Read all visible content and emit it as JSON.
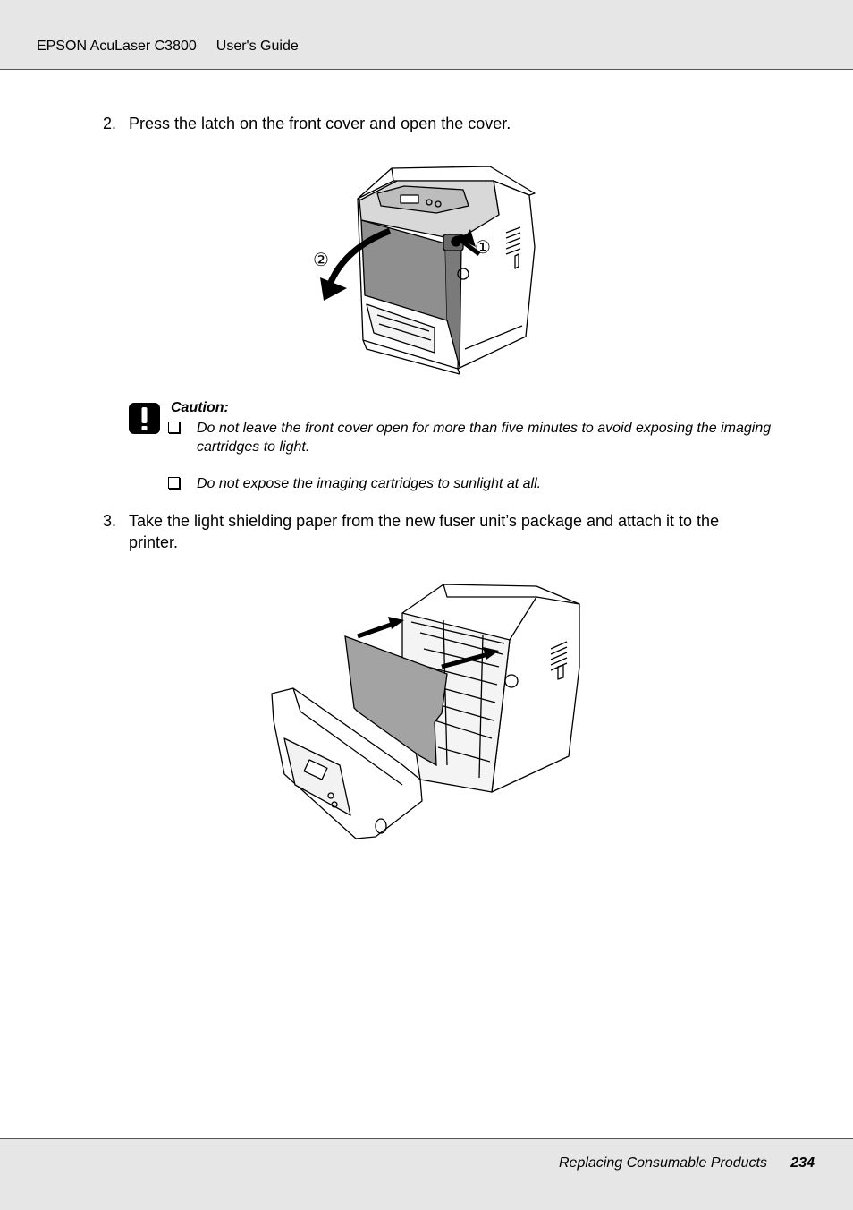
{
  "header": {
    "product": "EPSON AcuLaser C3800",
    "guide": "User's Guide"
  },
  "steps": [
    {
      "number": "2.",
      "text": "Press the latch on the front cover and open the cover."
    },
    {
      "number": "3.",
      "text": "Take the light shielding paper from the new fuser unit’s package and attach it to the printer."
    }
  ],
  "figure1": {
    "callout_1": "①",
    "callout_2": "②"
  },
  "caution": {
    "icon": "caution-exclamation-icon",
    "title": "Caution:",
    "items": [
      "Do not leave the front cover open for more than five minutes to avoid exposing the imaging cartridges to light.",
      "Do not expose the imaging cartridges to sunlight at all."
    ]
  },
  "footer": {
    "section": "Replacing Consumable Products",
    "page": "234"
  }
}
